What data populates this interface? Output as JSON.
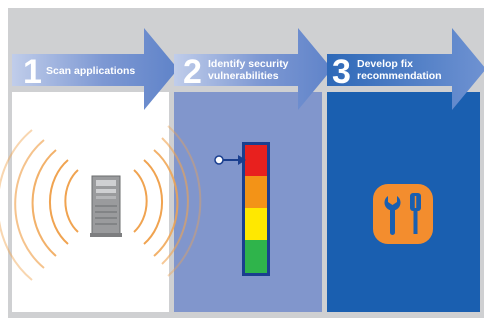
{
  "steps": [
    {
      "number": "1",
      "label": "Scan applications"
    },
    {
      "number": "2",
      "label": "Identify security\nvulnerabilities"
    },
    {
      "number": "3",
      "label": "Develop fix\nrecommendation"
    }
  ],
  "colors": {
    "frame_gray": "#cfd0d2",
    "panel1_bg": "#ffffff",
    "panel2_bg": "#8196cc",
    "panel3_bg": "#1a5fb0",
    "arrow": "#6f8fd0",
    "scan_waves": "#f0a350",
    "severity_red": "#e8201e",
    "severity_orange": "#f39317",
    "severity_yellow": "#ffe800",
    "severity_green": "#2fb44b",
    "tool_icon": "#f38d2e"
  },
  "icons": [
    "computer-tower-icon",
    "scan-waves-icon",
    "pointer-arrow-icon",
    "severity-meter-icon",
    "tools-icon"
  ]
}
